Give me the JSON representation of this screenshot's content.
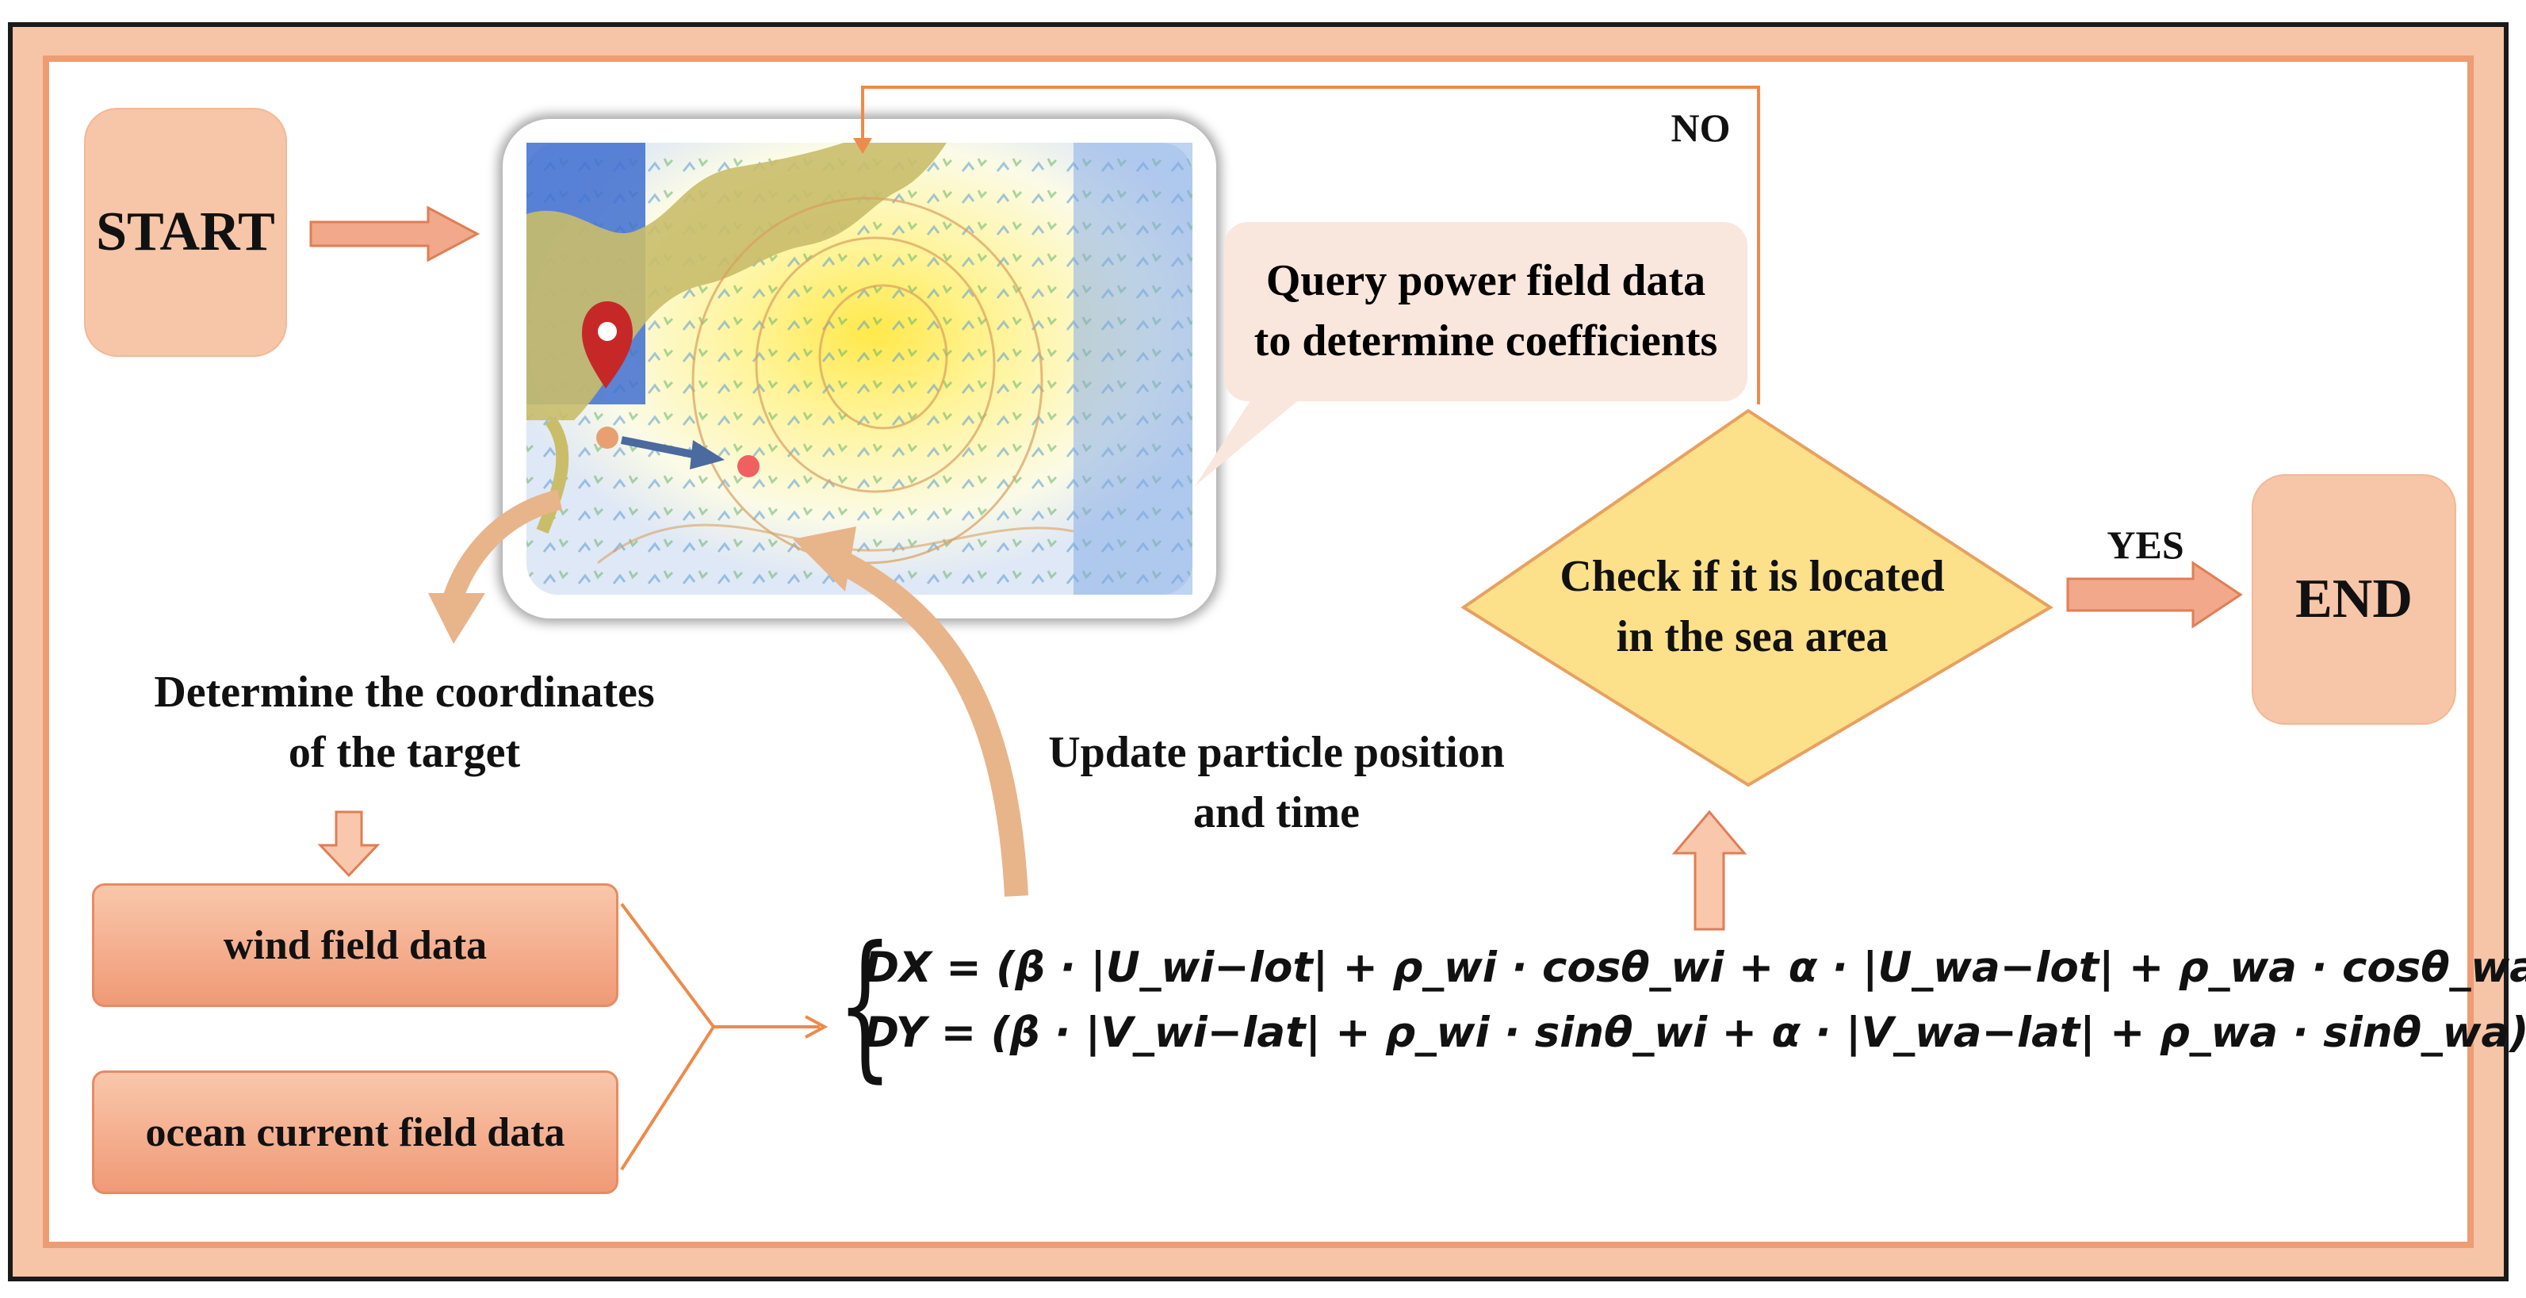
{
  "nodes": {
    "start": "START",
    "end": "END",
    "query": "Query power field data to determine coefficients",
    "query_line1": "Query power field data",
    "query_line2": "to determine coefficients",
    "check_line1": "Check if it is located",
    "check_line2": "in the sea area",
    "determine_line1": "Determine the coordinates",
    "determine_line2": "of the target",
    "update_line1": "Update particle position",
    "update_line2": "and time",
    "wind": "wind field data",
    "ocean": "ocean current field data"
  },
  "edges": {
    "no": "NO",
    "yes": "YES"
  },
  "formula": {
    "dx": "DX = (β · |U_wi−lot| + ρ_wi · cosθ_wi + α · |U_wa−lot| + ρ_wa · cosθ_wa) · t",
    "dy": "DY = (β · |V_wi−lat| + ρ_wi · sinθ_wi + α · |V_wa−lat| + ρ_wa · sinθ_wa) · t"
  },
  "colors": {
    "frame_border": "#ee9c74",
    "frame_fill": "#f6c4a6",
    "node_fill": "#f7c6a8",
    "diamond_fill": "#fde08a",
    "diamond_stroke": "#e8a060",
    "arrow_fill": "#f2a88a",
    "arrow_stroke": "#e07e55",
    "connector": "#ee8a4a"
  }
}
